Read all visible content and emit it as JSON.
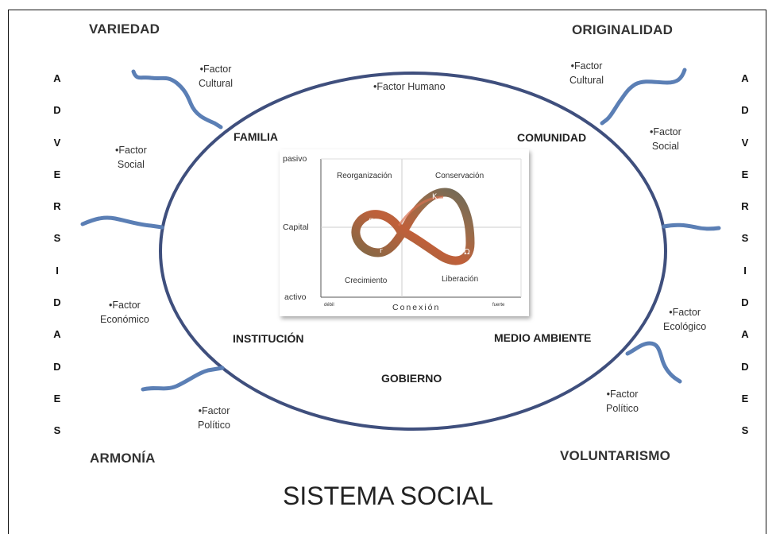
{
  "title": "SISTEMA SOCIAL",
  "corners": {
    "top_left": "VARIEDAD",
    "top_right": "ORIGINALIDAD",
    "bottom_left": "ARMONÍA",
    "bottom_right": "VOLUNTARISMO"
  },
  "side_letters": [
    "A",
    "D",
    "V",
    "E",
    "R",
    "S",
    "I",
    "D",
    "A",
    "D",
    "E",
    "S"
  ],
  "institutions": {
    "familia": "FAMILIA",
    "comunidad": "COMUNIDAD",
    "institucion": "INSTITUCIÓN",
    "medio_ambiente": "MEDIO AMBIENTE",
    "gobierno": "GOBIERNO"
  },
  "factors": {
    "humano": "•Factor Humano",
    "cultural_left": [
      "•Factor",
      "Cultural"
    ],
    "cultural_right": [
      "•Factor",
      "Cultural"
    ],
    "social_left": [
      "•Factor",
      "Social"
    ],
    "social_right": [
      "•Factor",
      "Social"
    ],
    "economico": [
      "•Factor",
      "Económico"
    ],
    "ecologico": [
      "•Factor",
      "Ecológico"
    ],
    "politico_left": [
      "•Factor",
      "Político"
    ],
    "politico_right": [
      "•Factor",
      "Político"
    ]
  },
  "panarchy": {
    "y_top": "pasivo",
    "y_mid": "Capital",
    "y_bottom": "activo",
    "x_label": "Conexión",
    "x_left": "débil",
    "x_right": "fuerte",
    "q_top_left": "Reorganización",
    "q_top_right": "Conservación",
    "q_bottom_left": "Crecimiento",
    "q_bottom_right": "Liberación",
    "greek_alpha": "α",
    "greek_r": "r",
    "greek_k": "K",
    "greek_omega": "Ω"
  },
  "colors": {
    "ellipse": "#3f4f7d",
    "waves": "#5b7fb5",
    "loop_dark": "#7a6a48",
    "loop_red": "#c0603a"
  }
}
